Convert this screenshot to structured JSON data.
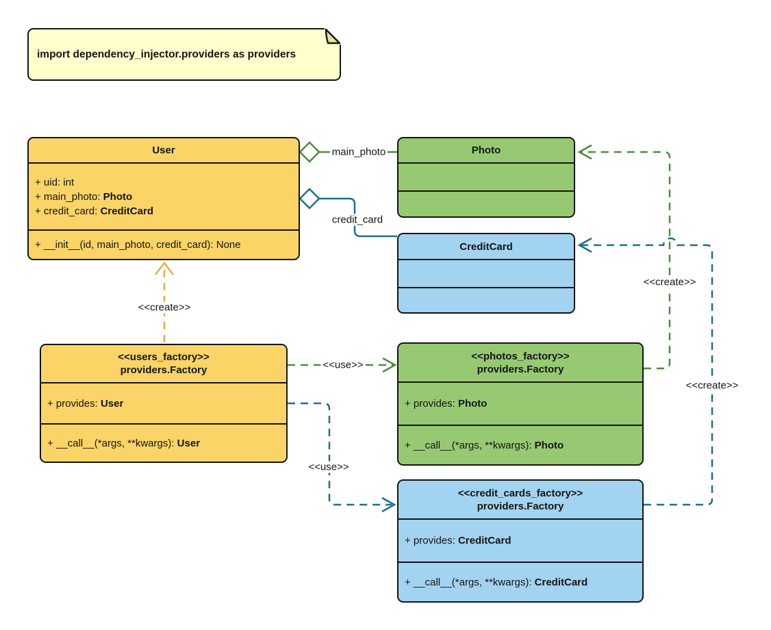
{
  "note": {
    "text": "import dependency_injector.providers as providers"
  },
  "classes": {
    "user": {
      "title": "User",
      "attr_uid": "+ uid: int",
      "attr_main_photo": "+ main_photo: ",
      "attr_main_photo_type": "Photo",
      "attr_credit_card": "+ credit_card: ",
      "attr_credit_card_type": "CreditCard",
      "method_init": "+ __init__(id, main_photo, credit_card): None"
    },
    "photo": {
      "title": "Photo"
    },
    "credit_card": {
      "title": "CreditCard"
    },
    "users_factory": {
      "stereotype": "<<users_factory>>",
      "title": "providers.Factory",
      "attr_provides": "+ provides: ",
      "attr_provides_type": "User",
      "method_call": "+ __call__(*args, **kwargs): ",
      "method_call_type": "User"
    },
    "photos_factory": {
      "stereotype": "<<photos_factory>>",
      "title": "providers.Factory",
      "attr_provides": "+ provides: ",
      "attr_provides_type": "Photo",
      "method_call": "+ __call__(*args, **kwargs): ",
      "method_call_type": "Photo"
    },
    "credit_cards_factory": {
      "stereotype": "<<credit_cards_factory>>",
      "title": "providers.Factory",
      "attr_provides": "+ provides: ",
      "attr_provides_type": "CreditCard",
      "method_call": "+ __call__(*args, **kwargs): ",
      "method_call_type": "CreditCard"
    }
  },
  "edge_labels": {
    "main_photo": "main_photo",
    "credit_card": "credit_card",
    "create": "<<create>>",
    "use": "<<use>>"
  },
  "colors": {
    "class_yellow": "#FAD466",
    "class_green": "#97C973",
    "class_blue": "#A2D3F0",
    "note_yellow": "#FFFFCC",
    "edge_yellow": "#E0AE44",
    "edge_green": "#4E8C3F",
    "edge_blue": "#1C6F8E",
    "border_black": "#141414"
  }
}
